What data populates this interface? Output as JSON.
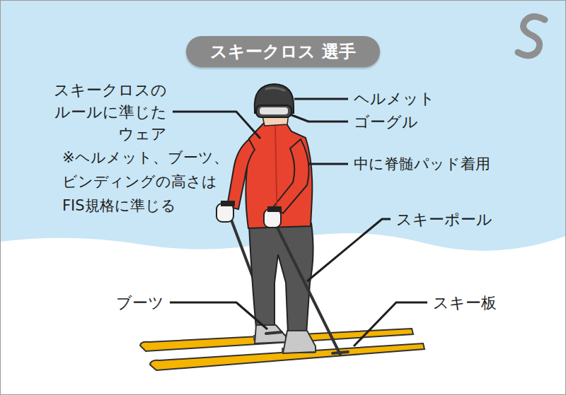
{
  "diagram": {
    "title": "スキークロス 選手",
    "labels": [
      "スキークロスの ルールに準じた ウェア",
      "※ヘルメット、ブーツ、 ビンディングの高さは FIS規格に準じる",
      "ヘルメット",
      "ゴーグル",
      "中に脊髄パッド着用",
      "スキーポール",
      "ブーツ",
      "スキー板"
    ]
  }
}
